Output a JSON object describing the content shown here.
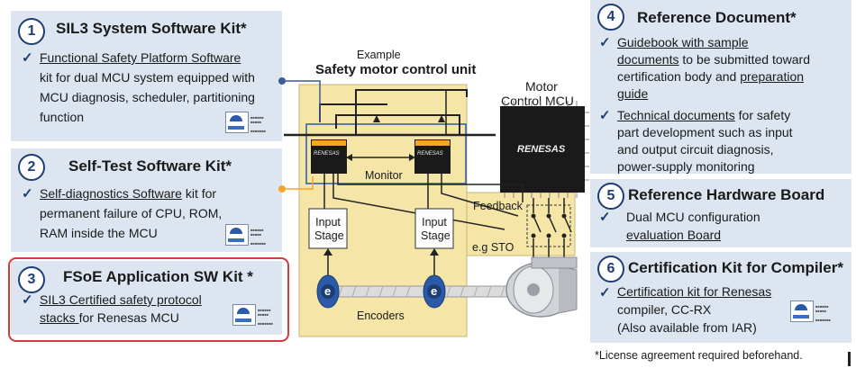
{
  "kits": [
    {
      "number": "1",
      "title": "SIL3 System Software Kit*",
      "lines": [
        {
          "u": "Functional Safety Platform Software",
          "t": ""
        },
        {
          "u": "",
          "t": "kit for dual MCU system equipped with"
        },
        {
          "u": "",
          "t": "MCU diagnosis, scheduler, partitioning"
        },
        {
          "u": "",
          "t": "function"
        }
      ]
    },
    {
      "number": "2",
      "title": "Self-Test Software Kit*",
      "lines": [
        {
          "u": "Self-diagnostics Software",
          "t": " kit for"
        },
        {
          "u": "",
          "t": "permanent failure of CPU, ROM,"
        },
        {
          "u": "",
          "t": "RAM inside the MCU"
        }
      ]
    },
    {
      "number": "3",
      "title": "FSoE Application SW Kit *",
      "lines": [
        {
          "u": "SIL3 Certified safety protocol",
          "t": ""
        },
        {
          "u": "stacks ",
          "t": "for Renesas MCU"
        }
      ]
    },
    {
      "number": "4",
      "title": "Reference Document*",
      "items": [
        [
          {
            "u": "Guidebook with sample",
            "t": ""
          },
          {
            "u": "documents",
            "t": " to be submitted toward"
          },
          {
            "u": "",
            "t": "certification body and "
          },
          {
            "u": "",
            "t": "guide"
          }
        ],
        [
          {
            "u": "Technical documents",
            "t": " for safety"
          },
          {
            "u": "",
            "t": "part development such as input"
          },
          {
            "u": "",
            "t": "and output circuit diagnosis,"
          },
          {
            "u": "",
            "t": "power-supply monitoring"
          }
        ]
      ],
      "preparation": "preparation"
    },
    {
      "number": "5",
      "title": "Reference Hardware Board",
      "lines": [
        {
          "u": "",
          "t": "Dual MCU configuration"
        },
        {
          "u": "evaluation Board",
          "t": ""
        }
      ]
    },
    {
      "number": "6",
      "title": "Certification Kit for Compiler*",
      "lines": [
        {
          "u": "Certification kit",
          "t": " for Renesas"
        },
        {
          "u": "",
          "t": "compiler, CC-RX"
        },
        {
          "u": "",
          "t": "(Also available from IAR)"
        }
      ]
    }
  ],
  "diagram": {
    "example": "Example",
    "unit_title": "Safety motor control unit",
    "motor_mcu_1": "Motor",
    "motor_mcu_2": "Control MCU",
    "monitor": "Monitor",
    "feedback": "Feedback",
    "sto": "e.g STO",
    "input_stage_1": "Input",
    "input_stage_2": "Stage",
    "encoders": "Encoders",
    "encoder_symbol": "e",
    "chip_brand": "RENESAS"
  },
  "footnote": "*License agreement required beforehand.",
  "colors": {
    "panel": "#dde5f0",
    "navy": "#1e3d73",
    "unit": "#f5e6a8",
    "highlight": "#d43b3b",
    "orange": "#f5a623",
    "link": "#3a5a9a"
  }
}
